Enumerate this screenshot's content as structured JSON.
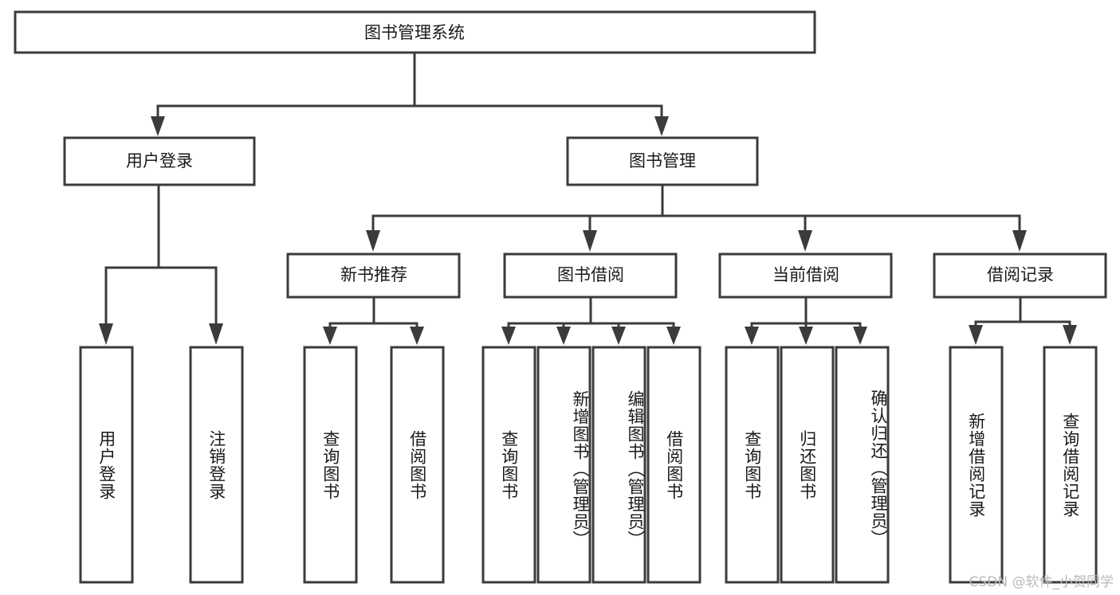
{
  "diagram": {
    "type": "tree",
    "title": "图书管理系统",
    "orientation": "top-down",
    "colors": {
      "background": "#ffffff",
      "border": "#3b3b3b",
      "text": "#1a1a1a",
      "watermark": "#b9b9b9"
    },
    "root": {
      "label": "图书管理系统"
    },
    "level2": [
      {
        "label": "用户登录"
      },
      {
        "label": "图书管理"
      }
    ],
    "level3": [
      {
        "label": "新书推荐"
      },
      {
        "label": "图书借阅"
      },
      {
        "label": "当前借阅"
      },
      {
        "label": "借阅记录"
      }
    ],
    "leaves": {
      "user_login": [
        {
          "label": "用户登录"
        },
        {
          "label": "注销登录"
        }
      ],
      "new_book": [
        {
          "label": "查询图书"
        },
        {
          "label": "借阅图书"
        }
      ],
      "book_borrow": [
        {
          "label": "查询图书"
        },
        {
          "label": "新增图书（管理员）"
        },
        {
          "label": "编辑图书（管理员）"
        },
        {
          "label": "借阅图书"
        }
      ],
      "current_borrow": [
        {
          "label": "查询图书"
        },
        {
          "label": "归还图书"
        },
        {
          "label": "确认归还（管理员）"
        }
      ],
      "borrow_record": [
        {
          "label": "新增借阅记录"
        },
        {
          "label": "查询借阅记录"
        }
      ]
    }
  },
  "watermark": {
    "text": "CSDN @软件_小贺同学"
  }
}
